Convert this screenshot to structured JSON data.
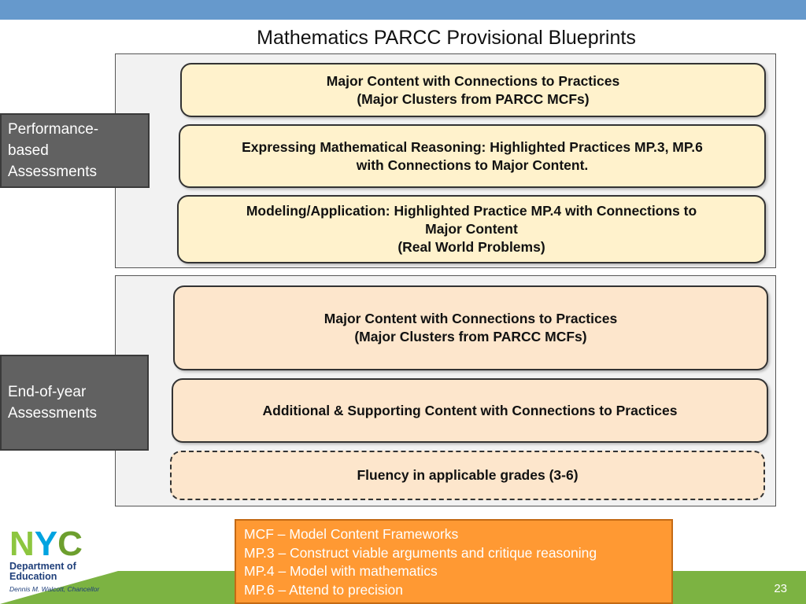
{
  "title": "Mathematics PARCC Provisional Blueprints",
  "performance_based": {
    "label_lines": [
      "Performance-",
      "based",
      "Assessments"
    ],
    "boxes": [
      {
        "lines": [
          "Major Content with Connections to Practices",
          "(Major Clusters from PARCC MCFs)"
        ]
      },
      {
        "lines": [
          "Expressing Mathematical Reasoning: Highlighted Practices MP.3, MP.6",
          "with Connections to Major Content."
        ]
      },
      {
        "lines": [
          "Modeling/Application: Highlighted Practice MP.4 with Connections to",
          "Major Content",
          "(Real World Problems)"
        ]
      }
    ]
  },
  "end_of_year": {
    "label_lines": [
      "End-of-year",
      "Assessments"
    ],
    "boxes": [
      {
        "lines": [
          "Major Content with Connections to Practices",
          "(Major Clusters from PARCC MCFs)"
        ]
      },
      {
        "lines": [
          "Additional & Supporting Content with Connections to Practices"
        ]
      },
      {
        "lines": [
          "Fluency in applicable grades (3-6)"
        ]
      }
    ]
  },
  "legend": {
    "lines": [
      "MCF – Model Content Frameworks",
      "MP.3 – Construct viable arguments and critique reasoning",
      "MP.4 – Model with mathematics",
      "MP.6 – Attend to precision"
    ]
  },
  "logo": {
    "letters": [
      "N",
      "Y",
      "C"
    ],
    "dept_lines": [
      "Department of",
      "Education"
    ],
    "chancellor": "Dennis M. Walcott, Chancellor"
  },
  "page_number": "23",
  "colors": {
    "top_bar": "#6699cc",
    "pba_box_fill": "#fff2cc",
    "eoy_box_fill": "#fde6cc",
    "side_label_fill": "#616161",
    "legend_fill": "#ff9933",
    "bottom_band": "#7cb342"
  }
}
